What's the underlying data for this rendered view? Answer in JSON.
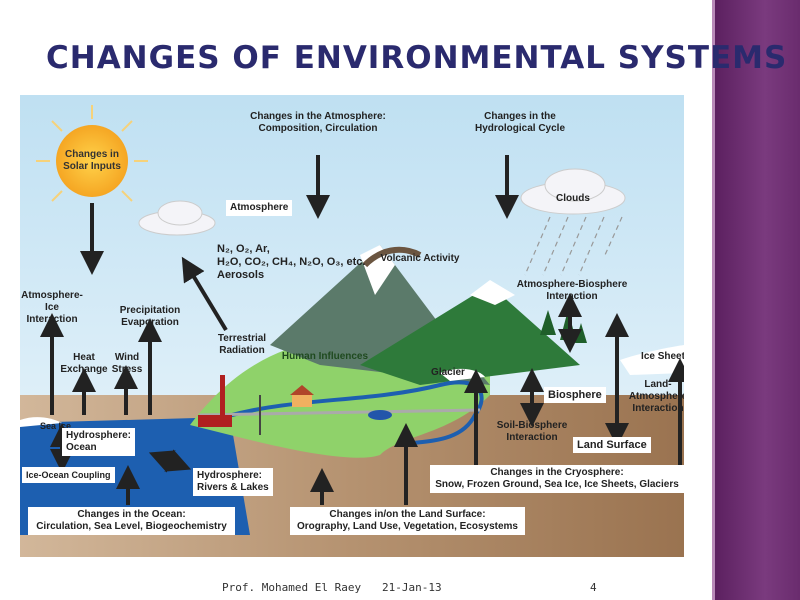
{
  "slide": {
    "title": "CHANGES OF ENVIRONMENTAL SYSTEMS",
    "footer_author": "Prof. Mohamed El Raey",
    "footer_date": "21-Jan-13",
    "page_number": "4"
  },
  "diagram": {
    "solar": "Changes in\nSolar Inputs",
    "atmosphere_change": "Changes in the Atmosphere:\nComposition, Circulation",
    "hydro_change": "Changes in the\nHydrological Cycle",
    "atmosphere": "Atmosphere",
    "gases1": "N₂, O₂,  Ar,",
    "gases2": "H₂O, CO₂, CH₄, N₂O, O₃, etc.",
    "aerosols": "Aerosols",
    "volcanic": "Volcanic Activity",
    "clouds": "Clouds",
    "atm_bio": "Atmosphere-Biosphere\nInteraction",
    "ice_sheet": "Ice Sheet",
    "land_atm": "Land-\nAtmosphere\nInteraction",
    "biosphere": "Biosphere",
    "soil_bio": "Soil-Biosphere\nInteraction",
    "land_surface": "Land Surface",
    "glacier": "Glacier",
    "human": "Human Influences",
    "terrestrial": "Terrestrial\nRadiation",
    "atm_ice": "Atmosphere-\nIce\nInteraction",
    "heat": "Heat\nExchange",
    "wind": "Wind\nStress",
    "precip": "Precipitation\nEvaporation",
    "sea_ice": "Sea Ice",
    "hydro_ocean": "Hydrosphere:\nOcean",
    "ice_ocean": "Ice-Ocean Coupling",
    "hydro_rivers": "Hydrosphere:\nRivers & Lakes",
    "ocean_change": "Changes in the Ocean:\nCirculation, Sea Level, Biogeochemistry",
    "land_change": "Changes in/on the Land Surface:\nOrography, Land Use, Vegetation, Ecosystems",
    "cryo_change": "Changes in the Cryosphere:\nSnow, Frozen Ground, Sea Ice, Ice Sheets, Glaciers"
  }
}
